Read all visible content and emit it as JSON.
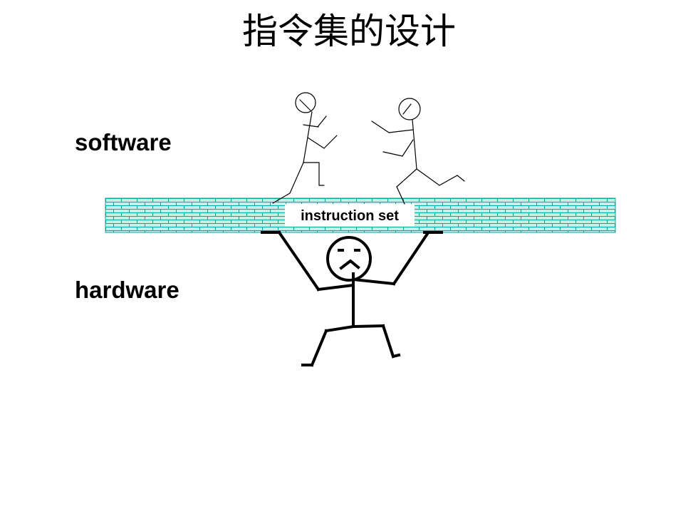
{
  "slide": {
    "title": "指令集的设计",
    "software_label": "software",
    "hardware_label": "hardware",
    "bar_label": "instruction set"
  },
  "colors": {
    "brick_fill": "#c8f0e6",
    "brick_line": "#00a99d",
    "ink": "#000000"
  },
  "icons": {
    "runner_left": "stick-figure-running-icon",
    "runner_right": "stick-figure-running-icon",
    "lifter": "stick-figure-lifting-icon",
    "face": "frowning-face-icon"
  }
}
